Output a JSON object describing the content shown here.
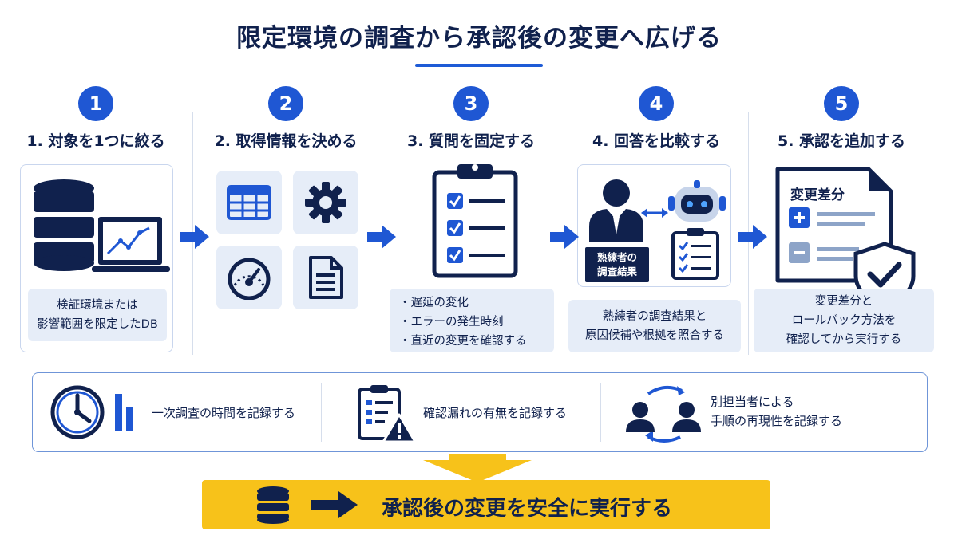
{
  "title": "限定環境の調査から承認後の変更へ広げる",
  "steps": [
    {
      "number": "1",
      "title": "1. 対象を1つに絞る",
      "caption": [
        "検証環境または",
        "影響範囲を限定したDB"
      ]
    },
    {
      "number": "2",
      "title": "2. 取得情報を決める"
    },
    {
      "number": "3",
      "title": "3. 質問を固定する",
      "bullets": [
        "遅延の変化",
        "エラーの発生時刻",
        "直近の変更を確認する"
      ]
    },
    {
      "number": "4",
      "title": "4. 回答を比較する",
      "label": [
        "熟練者の",
        "調査結果"
      ],
      "caption": [
        "熟練者の調査結果と",
        "原因候補や根拠を照合する"
      ]
    },
    {
      "number": "5",
      "title": "5. 承認を追加する",
      "doc_title": "変更差分",
      "caption": [
        "変更差分と",
        "ロールバック方法を",
        "確認してから実行する"
      ]
    }
  ],
  "records": [
    {
      "text": [
        "一次調査の時間を記録する"
      ]
    },
    {
      "text": [
        "確認漏れの有無を記録する"
      ]
    },
    {
      "text": [
        "別担当者による",
        "手順の再現性を記録する"
      ]
    }
  ],
  "banner": {
    "text": "承認後の変更を安全に実行する"
  },
  "colors": {
    "primary": "#1f57d3",
    "navy": "#10214d",
    "light": "#e6edf8",
    "yellow": "#f7c21a"
  }
}
